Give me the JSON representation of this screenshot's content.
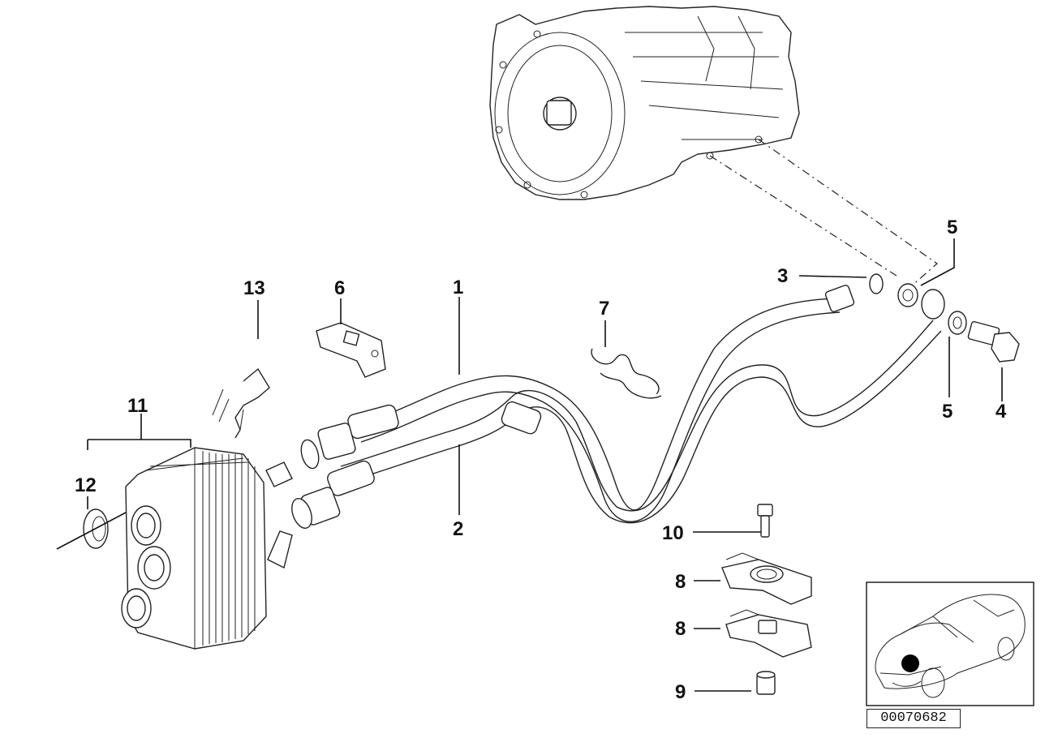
{
  "diagram": {
    "callouts": [
      {
        "id": "c1",
        "text": "1"
      },
      {
        "id": "c2",
        "text": "2"
      },
      {
        "id": "c3",
        "text": "3"
      },
      {
        "id": "c4",
        "text": "4"
      },
      {
        "id": "c5a",
        "text": "5"
      },
      {
        "id": "c5b",
        "text": "5"
      },
      {
        "id": "c6",
        "text": "6"
      },
      {
        "id": "c7",
        "text": "7"
      },
      {
        "id": "c8a",
        "text": "8"
      },
      {
        "id": "c8b",
        "text": "8"
      },
      {
        "id": "c9",
        "text": "9"
      },
      {
        "id": "c10",
        "text": "10"
      },
      {
        "id": "c11",
        "text": "11"
      },
      {
        "id": "c12",
        "text": "12"
      },
      {
        "id": "c13",
        "text": "13"
      }
    ],
    "diagram_number": "00070682"
  }
}
